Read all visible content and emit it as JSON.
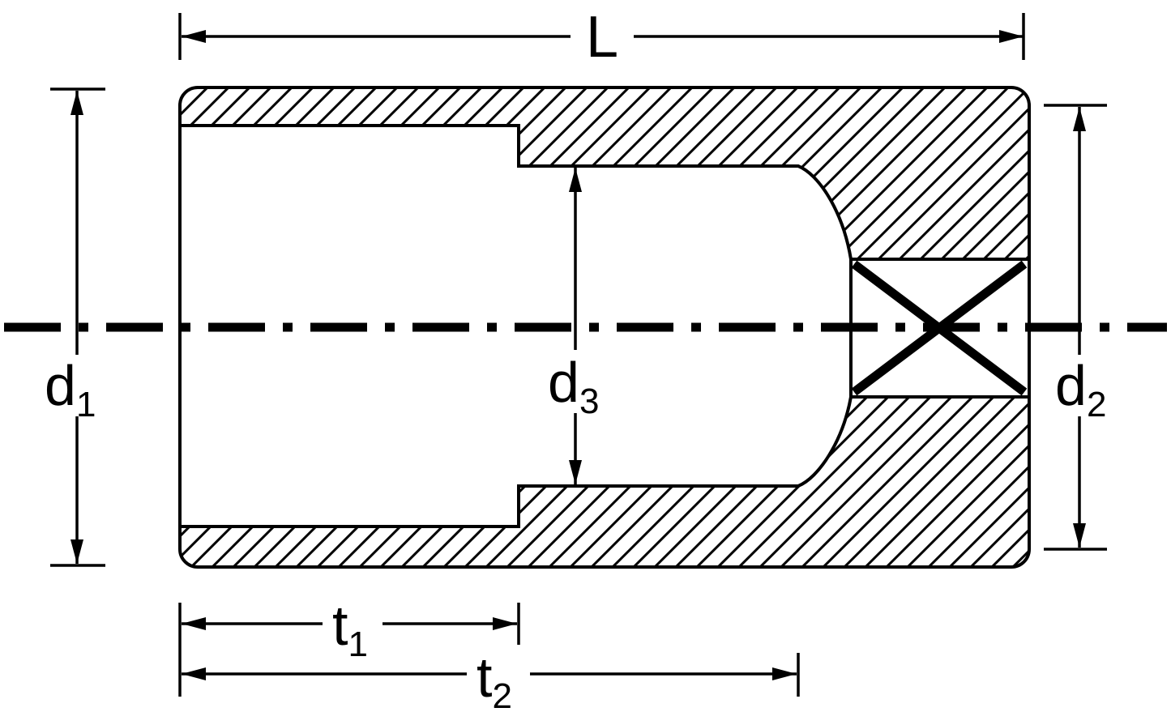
{
  "diagram": {
    "name": "socket-cross-section-dimensional-drawing",
    "colors": {
      "line": "#000000",
      "background": "#ffffff"
    }
  },
  "dims": {
    "L": {
      "label": "L"
    },
    "d1": {
      "base": "d",
      "sub": "1"
    },
    "d2": {
      "base": "d",
      "sub": "2"
    },
    "d3": {
      "base": "d",
      "sub": "3"
    },
    "t1": {
      "base": "t",
      "sub": "1"
    },
    "t2": {
      "base": "t",
      "sub": "2"
    }
  }
}
